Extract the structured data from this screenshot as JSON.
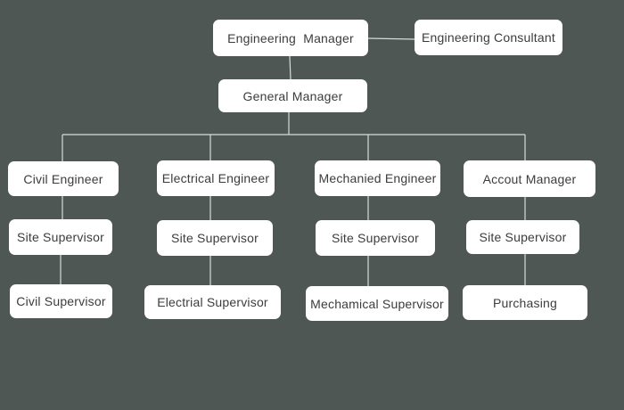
{
  "diagram": {
    "top": {
      "engineering_manager": "Engineering  Manager",
      "engineering_consultant": "Engineering Consultant",
      "general_manager": "General Manager"
    },
    "departments": [
      {
        "head": "Civil Engineer",
        "supervisor": "Site Supervisor",
        "sub": "Civil Supervisor"
      },
      {
        "head": "Electrical Engineer",
        "supervisor": "Site Supervisor",
        "sub": "Electrial Supervisor"
      },
      {
        "head": "Mechanied Engineer",
        "supervisor": "Site Supervisor",
        "sub": "Mechamical Supervisor"
      },
      {
        "head": "Accout Manager",
        "supervisor": "Site Supervisor",
        "sub": "Purchasing"
      }
    ]
  }
}
